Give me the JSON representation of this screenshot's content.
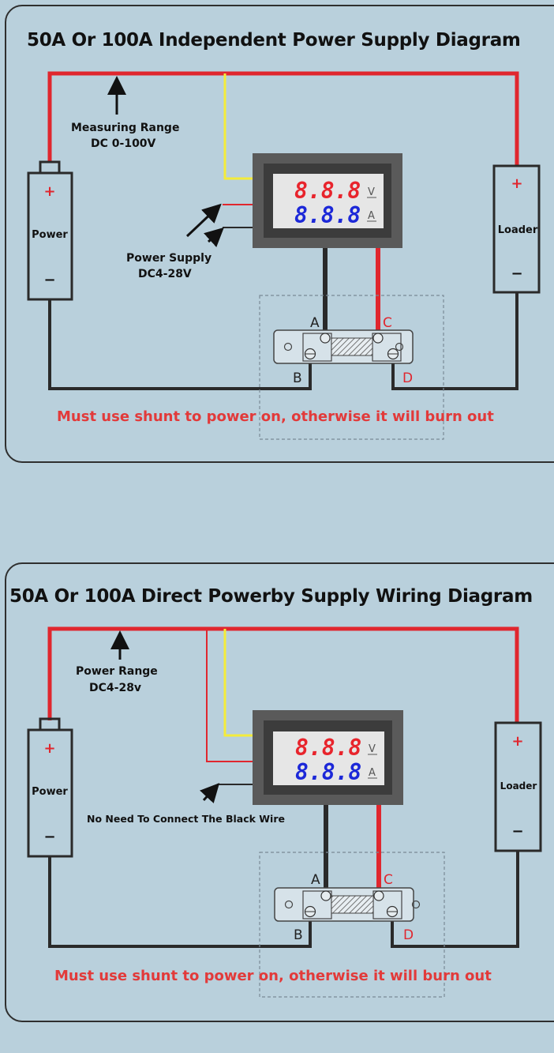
{
  "colors": {
    "background": "#b9d0dc",
    "positive_wire": "#e0262e",
    "negative_wire": "#2a2a2a",
    "signal_wire": "#f4ec3a",
    "voltage_display": "#e8242c",
    "current_display": "#1c28d8",
    "warning_text": "#e23a3a"
  },
  "diagrams": [
    {
      "title": "50A Or 100A Independent Power Supply Diagram",
      "range_label_line1": "Measuring Range",
      "range_label_line2": "DC 0-100V",
      "supply_label_line1": "Power Supply",
      "supply_label_line2": "DC4-28V",
      "power_label": "Power",
      "loader_label": "Loader",
      "plus": "+",
      "minus": "−",
      "meter": {
        "voltage_digits": "8.8.8",
        "voltage_unit": "V",
        "current_digits": "8.8.8",
        "current_unit": "A"
      },
      "terminals": {
        "a": "A",
        "b": "B",
        "c": "C",
        "d": "D"
      },
      "warning": "Must use shunt to power on, otherwise it will burn out"
    },
    {
      "title": "50A Or 100A Direct Powerby Supply Wiring Diagram",
      "range_label_line1": "Power Range",
      "range_label_line2": "DC4-28v",
      "note_label": "No Need To Connect The Black Wire",
      "power_label": "Power",
      "loader_label": "Loader",
      "plus": "+",
      "minus": "−",
      "meter": {
        "voltage_digits": "8.8.8",
        "voltage_unit": "V",
        "current_digits": "8.8.8",
        "current_unit": "A"
      },
      "terminals": {
        "a": "A",
        "b": "B",
        "c": "C",
        "d": "D"
      },
      "warning": "Must use shunt to power on, otherwise it will burn out"
    }
  ]
}
